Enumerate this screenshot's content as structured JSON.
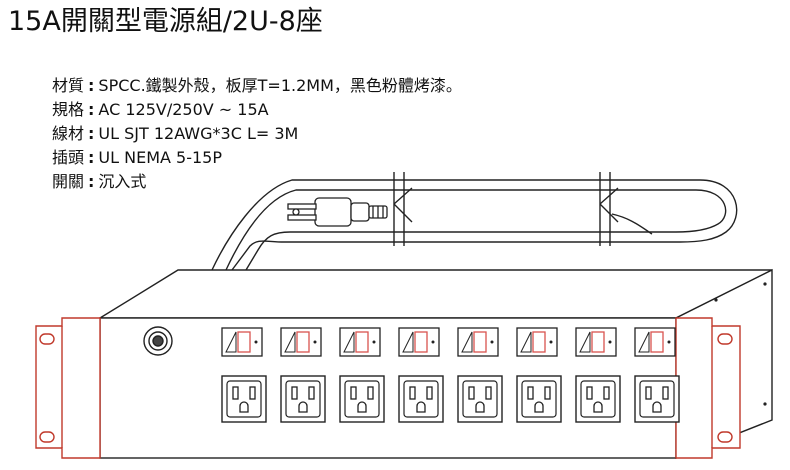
{
  "title": "15A開關型電源組/2U-8座",
  "specs": [
    {
      "label": "材質",
      "value": "SPCC.鐵製外殼，板厚T=1.2MM，黑色粉體烤漆。"
    },
    {
      "label": "規格",
      "value": "AC 125V/250V ~  15A"
    },
    {
      "label": "線材",
      "value": "UL SJT 12AWG*3C L= 3M"
    },
    {
      "label": "插頭",
      "value": "UL NEMA 5-15P"
    },
    {
      "label": "開關",
      "value": "沉入式"
    }
  ],
  "separator": ":",
  "product": {
    "outlet_count": 8,
    "switch_count": 8,
    "colors": {
      "line": "#222222",
      "rack_ear": "#c0392b",
      "switch_rocker": "#d9534f",
      "panel": "#ffffff"
    },
    "icons": [
      "rack-ear-icon",
      "cable-gland-icon",
      "rocker-switch-icon",
      "nema-outlet-icon",
      "power-plug-icon",
      "cable-tie-icon"
    ]
  }
}
